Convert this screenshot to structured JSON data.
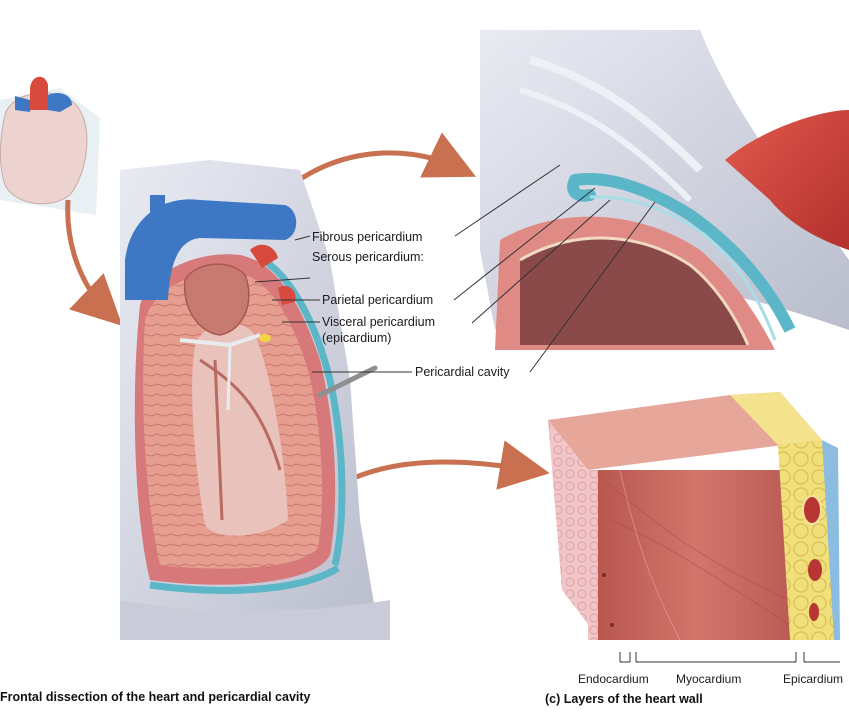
{
  "labels": {
    "fibrous": "Fibrous pericardium",
    "serous": "Serous pericardium:",
    "parietal": "Parietal pericardium",
    "visceral": "Visceral pericardium",
    "epicardium_paren": "(epicardium)",
    "cavity": "Pericardial cavity"
  },
  "wall_layers": {
    "endocardium": "Endocardium",
    "myocardium": "Myocardium",
    "epicardium": "Epicardium"
  },
  "captions": {
    "frontal": "Frontal dissection of the heart and pericardial cavity",
    "layers": "(c) Layers of the heart wall"
  },
  "colors": {
    "fibrous_gray": "#c9ccd8",
    "serous_blue": "#5bb6c8",
    "myocardium_red": "#c9655c",
    "fat_yellow": "#f1df7a",
    "arrow_orange": "#c8704f"
  }
}
